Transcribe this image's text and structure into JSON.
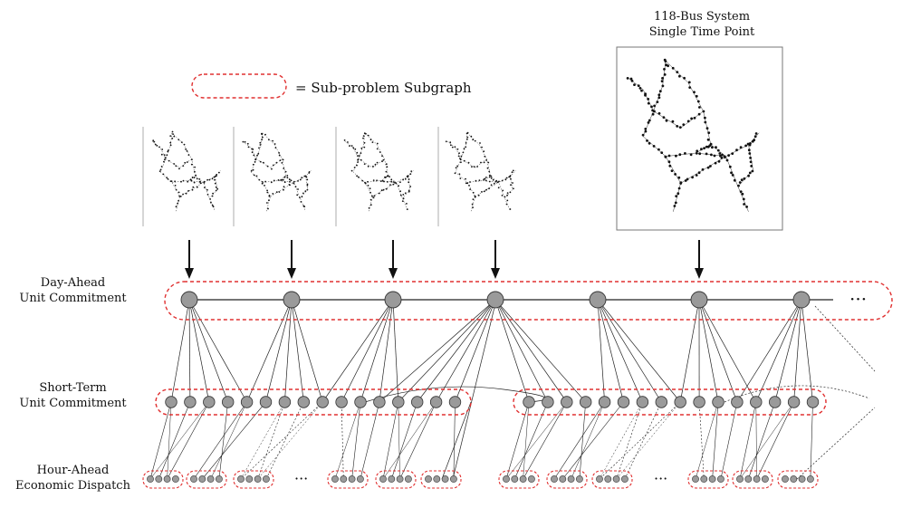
{
  "legend": {
    "text": "= Sub-problem Subgraph"
  },
  "inset": {
    "title_line1": "118-Bus System",
    "title_line2": "Single Time Point"
  },
  "levels": [
    {
      "key": "day_ahead",
      "line1": "Day-Ahead",
      "line2": "Unit Commitment"
    },
    {
      "key": "short_term",
      "line1": "Short-Term",
      "line2": "Unit Commitment"
    },
    {
      "key": "hour_ahead",
      "line1": "Hour-Ahead",
      "line2": "Economic Dispatch"
    }
  ],
  "continuation": {
    "day_ahead": "···",
    "hour_ahead_left": "···",
    "hour_ahead_right": "···"
  },
  "colors": {
    "subgraph_outline": "#e03030",
    "node_fill": "#9a9a9a",
    "node_stroke": "#333333",
    "edge": "#222222"
  }
}
